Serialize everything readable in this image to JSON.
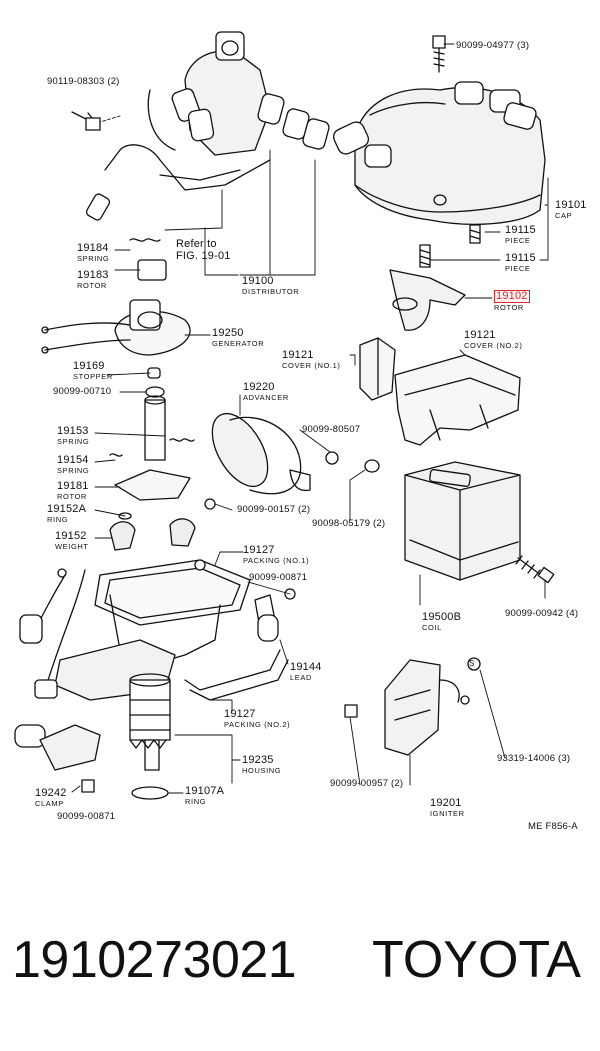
{
  "diagram": {
    "ref_note": {
      "line1": "Refer to",
      "line2": "FIG. 19-01"
    },
    "figure_code": "ME F856-A",
    "bolt_symbol": "S",
    "highlight_color": "#d92a2a",
    "parts": {
      "p1": {
        "code": "90119-08303 (2)"
      },
      "p2": {
        "code": "90099-04977 (3)"
      },
      "p3": {
        "code": "19101",
        "name": "CAP"
      },
      "p4": {
        "code": "19115",
        "name": "PIECE"
      },
      "p5": {
        "code": "19115",
        "name": "PIECE"
      },
      "p6": {
        "code": "19102",
        "name": "ROTOR"
      },
      "p7": {
        "code": "19184",
        "name": "SPRING"
      },
      "p8": {
        "code": "19183",
        "name": "ROTOR"
      },
      "p9": {
        "code": "19100",
        "name": "DISTRIBUTOR"
      },
      "p10": {
        "code": "19250",
        "name": "GENERATOR"
      },
      "p11": {
        "code": "19121",
        "name": "COVER (NO.1)"
      },
      "p12": {
        "code": "19121",
        "name": "COVER (NO.2)"
      },
      "p13": {
        "code": "19169",
        "name": "STOPPER"
      },
      "p14": {
        "code": "90099-00710"
      },
      "p15": {
        "code": "19220",
        "name": "ADVANCER"
      },
      "p16": {
        "code": "19153",
        "name": "SPRING"
      },
      "p17": {
        "code": "90099-80507"
      },
      "p18": {
        "code": "19154",
        "name": "SPRING"
      },
      "p19": {
        "code": "19181",
        "name": "ROTOR"
      },
      "p20": {
        "code": "19152A",
        "name": "RING"
      },
      "p21": {
        "code": "90099-00157 (2)"
      },
      "p22": {
        "code": "90098-05179 (2)"
      },
      "p23": {
        "code": "19152",
        "name": "WEIGHT"
      },
      "p24": {
        "code": "19127",
        "name": "PACKING (NO.1)"
      },
      "p25": {
        "code": "90099-00871"
      },
      "p26": {
        "code": "19500B",
        "name": "COIL"
      },
      "p27": {
        "code": "90099-00942 (4)"
      },
      "p28": {
        "code": "19144",
        "name": "LEAD"
      },
      "p29": {
        "code": "19127",
        "name": "PACKING (NO.2)"
      },
      "p30": {
        "code": "93319-14006 (3)"
      },
      "p31": {
        "code": "19235",
        "name": "HOUSING"
      },
      "p32": {
        "code": "19242",
        "name": "CLAMP"
      },
      "p33": {
        "code": "19107A",
        "name": "RING"
      },
      "p34": {
        "code": "90099-00957 (2)"
      },
      "p35": {
        "code": "19201",
        "name": "IGNITER"
      },
      "p36": {
        "code": "90099-00871"
      }
    }
  },
  "footer": {
    "part_number": "1910273021",
    "brand": "TOYOTA"
  }
}
